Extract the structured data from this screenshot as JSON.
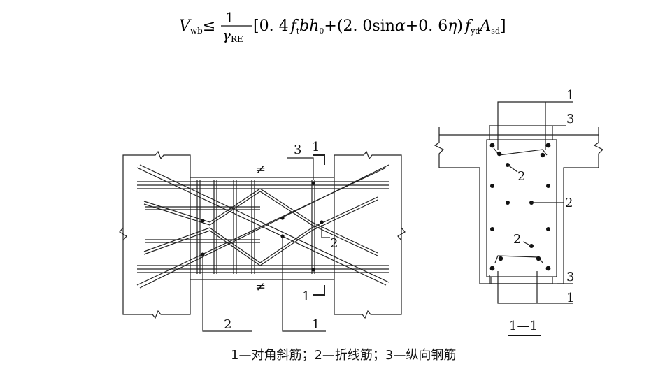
{
  "formula": {
    "lhs": "V",
    "lhs_sub": "wb",
    "relation": "≤",
    "frac_num": "1",
    "frac_den": "γ",
    "frac_den_sub": "RE",
    "t1_open": "[0. 4",
    "t1_f": "f",
    "t1_f_sub": "t",
    "t1_bh": "bh",
    "t1_h_sub": "0",
    "plus1": "+",
    "t2_open": "(2. 0sin",
    "t2_alpha": "α",
    "t2_plus": "+0. 6",
    "t2_eta": "η",
    "t2_close": ")",
    "t2_f": "f",
    "t2_f_sub": "yd",
    "t2_A": "A",
    "t2_A_sub": "sd",
    "close": "]"
  },
  "elevation": {
    "label_3": "3",
    "label_1_top": "1",
    "label_1_bottom": "1",
    "label_2_right": "2",
    "label_2_leader": "2",
    "label_1_leader": "1",
    "break_mark_top": "≠",
    "break_mark_bottom": "≠"
  },
  "section": {
    "label_1_top": "1",
    "label_3_top": "3",
    "label_2_upper": "2",
    "label_2_middle": "2",
    "label_2_lower": "2",
    "label_3_bottom": "3",
    "label_1_bottom": "1",
    "title": "1—1"
  },
  "caption": "1—对角斜筋；2—折线筋；3—纵向钢筋"
}
